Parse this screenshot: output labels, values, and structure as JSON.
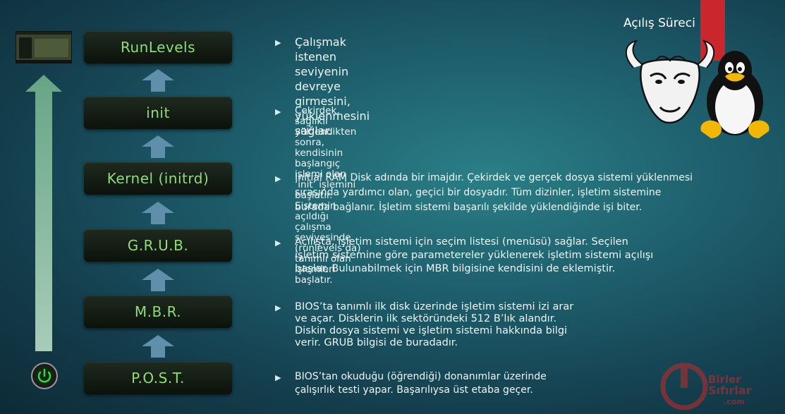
{
  "title": "Açılış Süreci",
  "stages": [
    {
      "label": "RunLevels",
      "desc": [
        "Çalışmak istenen seviyenin devreye",
        "girmesini, yüklenmesini sağlar."
      ]
    },
    {
      "label": "init",
      "desc": [
        "Çekirdek, sağlıklı yüklendikten sonra, kendisinin başlangıç",
        "işlemi olan ‘init’ işlemini başlatır. Sistemin açıldığı çalışma",
        "seviyesinde (runlevels’da) tanımlı olan işlemleri başlatır."
      ]
    },
    {
      "label": "Kernel (initrd)",
      "desc": [
        "Initial RAM Disk adında bir imajdır. Çekirdek ve gerçek dosya sistemi yüklenmesi",
        "sırasında yardımcı olan, geçici bir dosyadır. Tüm dizinler, işletim sistemine",
        "burada bağlanır. İşletim sistemi başarılı şekilde yüklendiğinde işi biter."
      ]
    },
    {
      "label": "G.R.U.B.",
      "desc": [
        "Açılışta, işletim sistemi için seçim listesi (menüsü) sağlar. Seçilen",
        "işletim sistemine göre parametereler yüklenerek işletim sistemi açılışı",
        "başlar. Bulunabilmek için MBR bilgisine kendisini de eklemiştir."
      ]
    },
    {
      "label": "M.B.R.",
      "desc": [
        "BIOS’ta tanımlı ilk disk üzerinde işletim sistemi izi arar",
        "ve açar. Disklerin ilk sektöründeki 512 B’lık alandır.",
        "Diskin dosya sistemi ve işletim sistemi hakkında bilgi",
        "verir. GRUB bilgisi de buradadır."
      ]
    },
    {
      "label": "P.O.S.T.",
      "desc": [
        "BIOS’tan okuduğu (öğrendiği) donanımlar üzerinde",
        "çalışırlık testi yapar. Başarılıysa üst etaba geçer."
      ]
    }
  ],
  "bullet_glyph": "▶",
  "watermark": {
    "line1": "Birler",
    "line2": "Sıfırlar",
    "line3": ".com"
  },
  "icons": [
    "desktop-thumbnail-icon",
    "power-icon",
    "gnu-head-icon",
    "tux-penguin-icon",
    "watermark-power-logo-icon"
  ],
  "colors": {
    "stage_text": "#8fdc78",
    "accent_red": "#c9262e",
    "arrow_fill": "#5f8fab"
  }
}
